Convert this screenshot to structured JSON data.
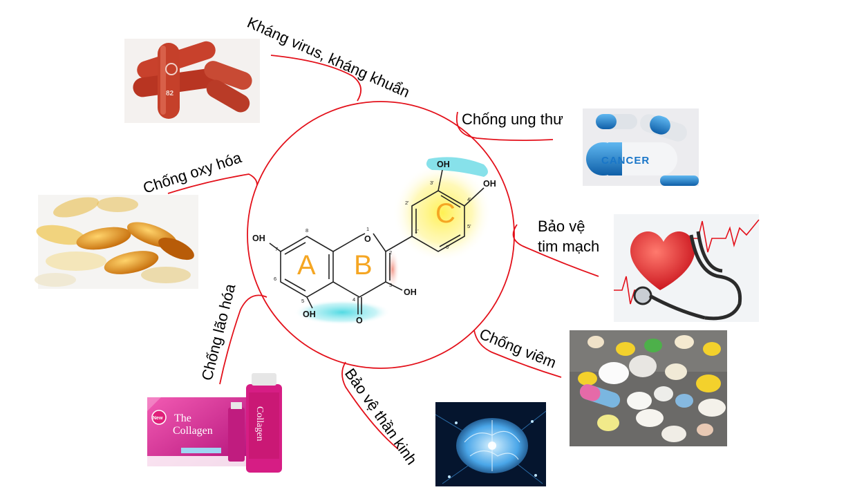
{
  "labels": {
    "antiviral": "Kháng virus, kháng khuẩn",
    "anticancer": "Chống ung thư",
    "antioxidant": "Chống oxy hóa",
    "cardio_line1": "Bảo vệ",
    "cardio_line2": "tim mạch",
    "antiaging": "Chống lão hóa",
    "neuro": "Bảo vệ thần kinh",
    "antiinflammatory": "Chống viêm"
  },
  "molecule": {
    "ring_a": "A",
    "ring_b": "B",
    "ring_c": "C",
    "oh": "OH",
    "o": "O",
    "numbers": {
      "n1": "1",
      "n2": "2",
      "n3": "3",
      "n4": "4",
      "n5": "5",
      "n6": "6",
      "n7": "7",
      "n8": "8",
      "n1p": "1'",
      "n2p": "2'",
      "n3p": "3'",
      "n4p": "4'",
      "n5p": "5'",
      "n6p": "6'"
    }
  },
  "images": {
    "capsule_text": "82",
    "cancer_pill_text": "CANCER",
    "collagen_new": "New",
    "collagen_the": "The",
    "collagen_name": "Collagen"
  },
  "colors": {
    "connector": "#e3101a",
    "ring_letters": "#f5a623",
    "highlight_cyan": "#3fd6e0",
    "highlight_yellow": "#fff04a",
    "highlight_red": "#f08a7a"
  }
}
